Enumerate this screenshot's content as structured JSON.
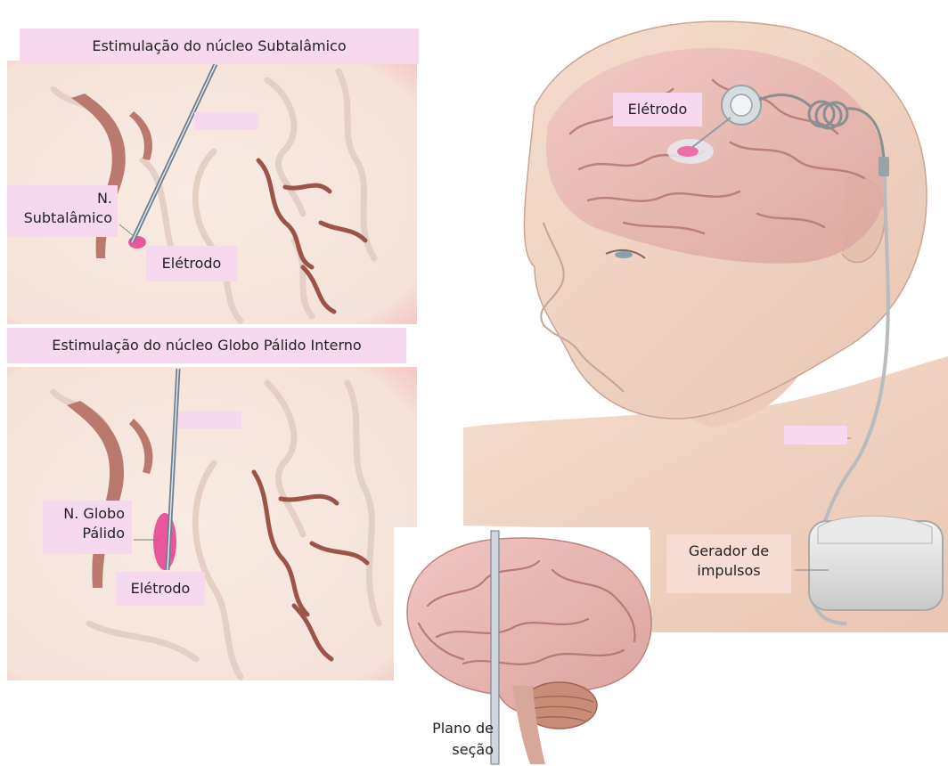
{
  "panels": {
    "stn": {
      "title": "Estimulação do núcleo Subtalâmico",
      "nucleus_label": "N. Subtalâmico",
      "electrode_label": "Elétrodo"
    },
    "gpi": {
      "title": "Estimulação do núcleo Globo Pálido Interno",
      "nucleus_label": "N. Globo Pálido",
      "electrode_label": "Elétrodo"
    },
    "patient": {
      "electrode_label": "Elétrodo",
      "generator_label": "Gerador de impulsos"
    },
    "brain": {
      "section_label": "Plano de seção"
    }
  },
  "colors": {
    "label_bg": "#f7d9ef",
    "generator_bg": "#f7dcd4",
    "target_nucleus": "#e9579a",
    "skin": "#efcfbd",
    "brain": "#e7b8b0"
  }
}
